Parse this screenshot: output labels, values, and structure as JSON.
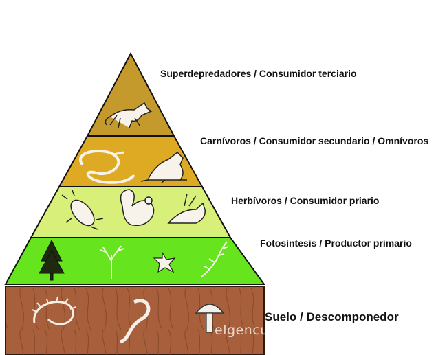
{
  "levels": [
    {
      "label": "Superdepredadores / Consumidor terciario",
      "color": "#c49a2c",
      "animals": [
        "fox-icon"
      ]
    },
    {
      "label": "Carnívoros / Consumidor secundario / Omnívoros",
      "color": "#dea923",
      "animals": [
        "snake-icon",
        "frog-icon"
      ]
    },
    {
      "label": "Herbívoros / Consumidor priario",
      "color": "#d8f07a",
      "animals": [
        "beetle-icon",
        "squirrel-icon",
        "bird-icon"
      ]
    },
    {
      "label": "Fotosíntesis / Productor primario",
      "color": "#66e41e",
      "animals": [
        "conifer-tree-icon",
        "bare-tree-icon",
        "flower-icon",
        "weed-icon"
      ]
    }
  ],
  "soil": {
    "label": "Suelo / Descomponedor",
    "color": "#a85f3c",
    "organisms": [
      "centipede-icon",
      "worm-icon",
      "mushroom-icon"
    ]
  },
  "watermark": "elgencurioso.com"
}
